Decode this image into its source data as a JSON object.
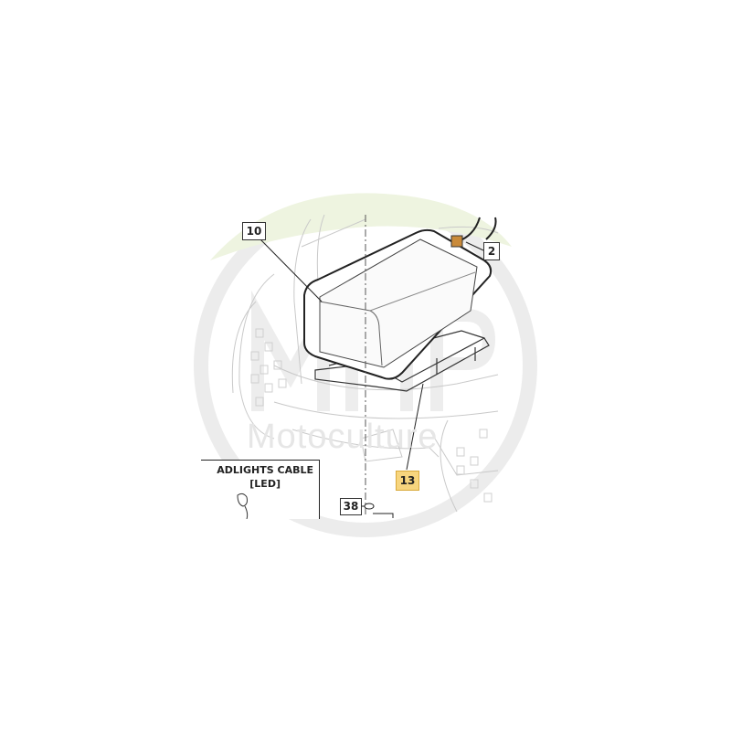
{
  "watermark": {
    "brand": "MHP",
    "subtitle": "Motoculture",
    "colors": {
      "ring": "#e8e8e8",
      "leaf": "#eef4e0"
    }
  },
  "callouts": [
    {
      "id": "10",
      "label": "10",
      "highlighted": false
    },
    {
      "id": "2",
      "label": "2",
      "highlighted": false
    },
    {
      "id": "13",
      "label": "13",
      "highlighted": true,
      "color": "#f7d57e"
    },
    {
      "id": "38",
      "label": "38",
      "highlighted": false
    }
  ],
  "legend": {
    "title_line1": "ADLIGHTS CABLE",
    "title_line2": "[LED]"
  }
}
